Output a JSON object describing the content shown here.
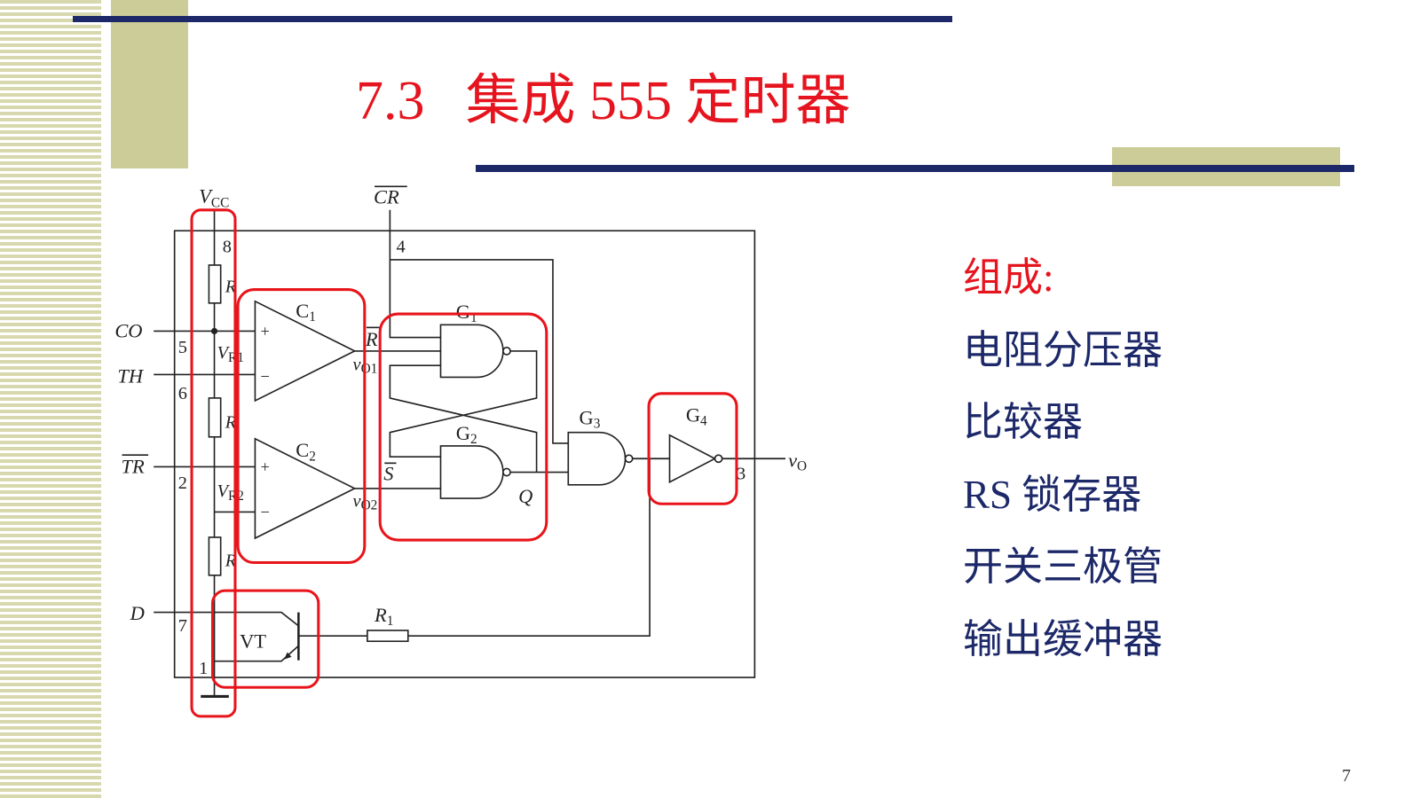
{
  "slide": {
    "section_number": "7.3",
    "title": "集成 555 定时器",
    "page_number": "7"
  },
  "composition": {
    "heading": "组成:",
    "items": [
      "电阻分压器",
      "比较器",
      "RS 锁存器",
      "开关三极管",
      "输出缓冲器"
    ]
  },
  "circuit": {
    "supply": {
      "main": "V",
      "sub": "CC"
    },
    "reset": "CR",
    "pins": {
      "vcc": "8",
      "reset": "4",
      "control": "5",
      "threshold": "6",
      "trigger": "2",
      "discharge": "7",
      "ground": "1",
      "output": "3"
    },
    "inputs": {
      "control": "CO",
      "threshold": "TH",
      "trigger": "TR",
      "discharge": "D"
    },
    "divider_resistor": "R",
    "ref_voltages": [
      {
        "main": "V",
        "sub": "R1"
      },
      {
        "main": "V",
        "sub": "R2"
      }
    ],
    "comparators": [
      {
        "main": "C",
        "sub": "1"
      },
      {
        "main": "C",
        "sub": "2"
      }
    ],
    "plus_sign": "+",
    "minus_sign": "−",
    "comparator_outputs": [
      {
        "main": "v",
        "sub": "O1"
      },
      {
        "main": "v",
        "sub": "O2"
      }
    ],
    "latch_inputs": {
      "reset": "R",
      "set": "S"
    },
    "latch_output": "Q",
    "gates": [
      {
        "main": "G",
        "sub": "1"
      },
      {
        "main": "G",
        "sub": "2"
      },
      {
        "main": "G",
        "sub": "3"
      },
      {
        "main": "G",
        "sub": "4"
      }
    ],
    "base_resistor": {
      "main": "R",
      "sub": "1"
    },
    "transistor": "VT",
    "output": {
      "main": "v",
      "sub": "O"
    }
  },
  "colors": {
    "title": "#e5141e",
    "navy": "#1c2868",
    "khaki": "#cccc99",
    "highlight": "#e8141b"
  }
}
